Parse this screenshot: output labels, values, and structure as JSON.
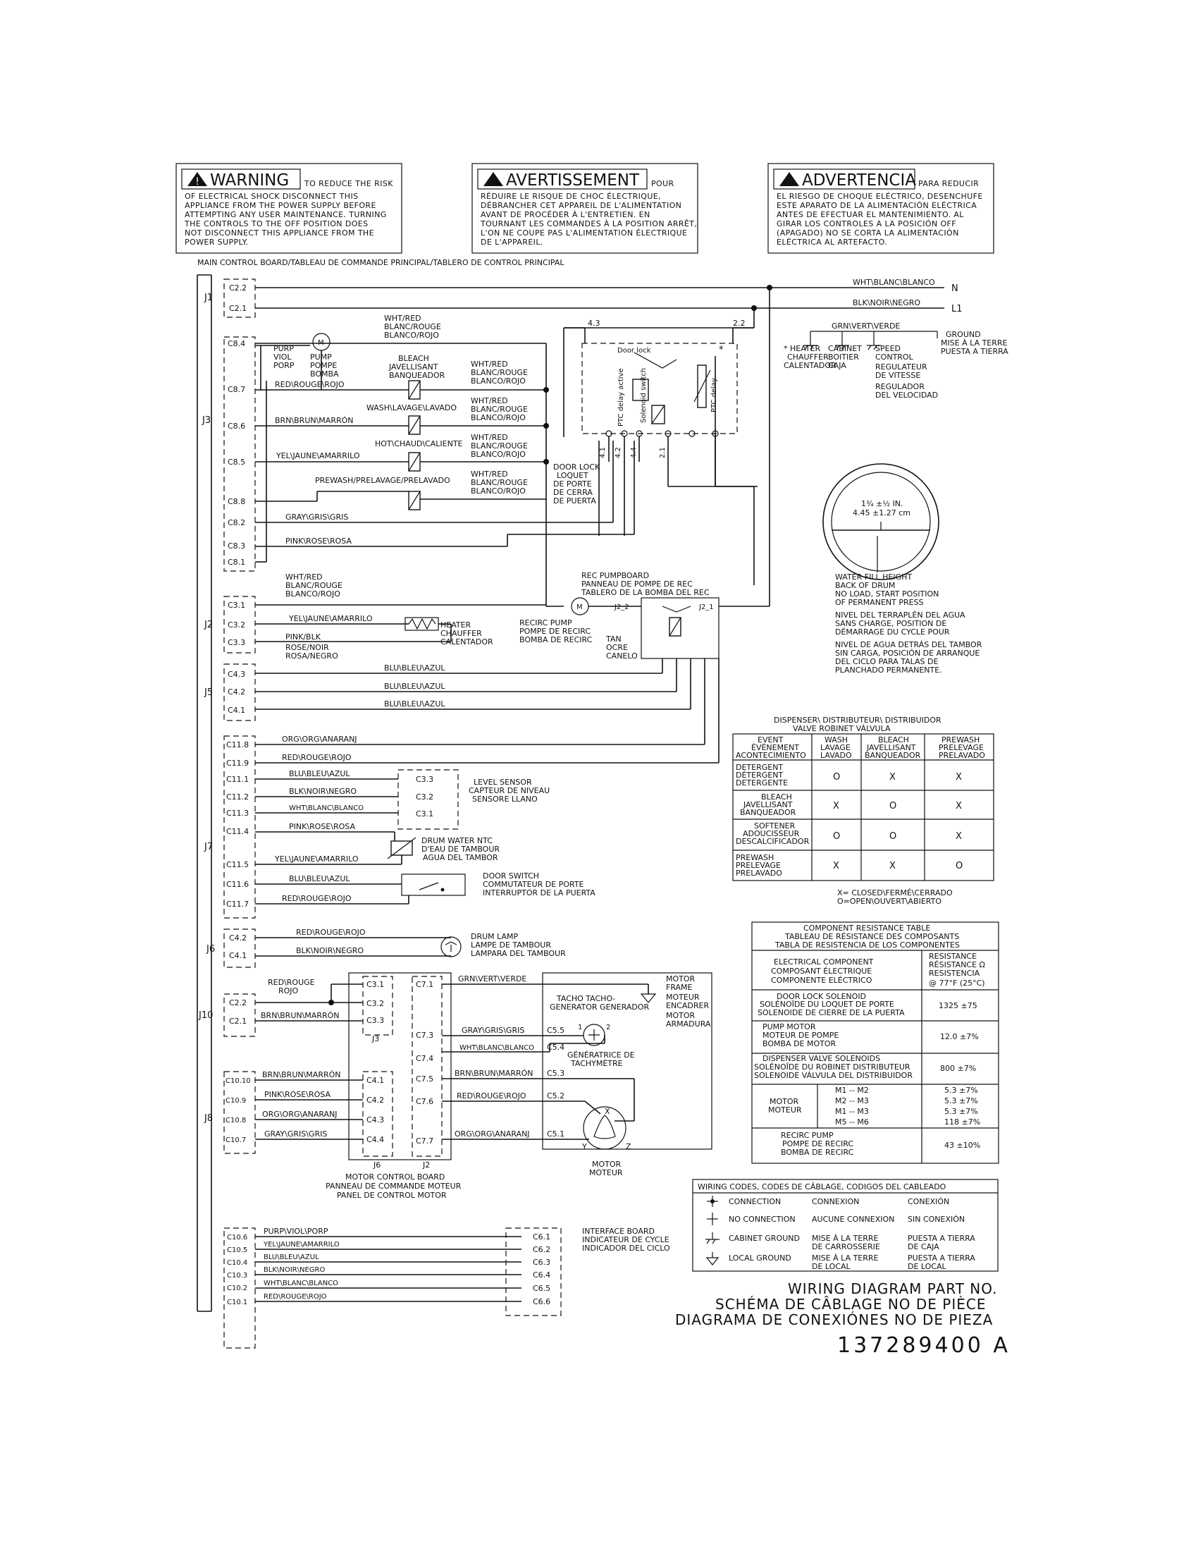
{
  "warnings": {
    "en": {
      "title": "WARNING",
      "lead": "TO REDUCE THE RISK",
      "lines": [
        "OF ELECTRICAL SHOCK DISCONNECT THIS",
        "APPLIANCE FROM THE POWER SUPPLY BEFORE",
        "ATTEMPTING ANY USER MAINTENANCE. TURNING",
        "THE CONTROLS TO THE OFF POSITION DOES",
        "NOT DISCONNECT THIS APPLIANCE FROM THE",
        "POWER SUPPLY."
      ]
    },
    "fr": {
      "title": "AVERTISSEMENT",
      "lead": "POUR",
      "lines": [
        "RÉDUIRE LE RISQUE DE CHOC ÉLECTRIQUE,",
        "DÉBRANCHER CET APPAREIL DE L'ALIMENTATION",
        "AVANT DE PROCÉDER À L'ENTRETIEN. EN",
        "TOURNANT LES COMMANDES À LA POSITION ARRÊT,",
        "L'ON NE COUPE PAS L'ALIMENTATION ÉLECTRIQUE",
        "DE L'APPAREIL."
      ]
    },
    "es": {
      "title": "ADVERTENCIA",
      "lead": "PARA REDUCIR",
      "lines": [
        "EL RIESGO DE CHOQUE ELÉCTRICO, DESENCHUFE",
        "ESTE APARATO DE LA ALIMENTACIÓN ELÉCTRICA",
        "ANTES DE EFECTUAR EL MANTENIMIENTO. AL",
        "GIRAR LOS CONTROLES A LA POSICIÓN OFF",
        "(APAGADO) NO SE CORTA LA ALIMENTACIÓN",
        "ELÉCTRICA AL ARTEFACTO."
      ]
    }
  },
  "main_board": "MAIN CONTROL BOARD/TABLEAU DE COMMANDE PRINCIPAL/TABLERO DE CONTROL PRINCIPAL",
  "connectors": {
    "J1": "J1",
    "J3": "J3",
    "J2": "J2",
    "J5": "J5",
    "J7": "J7",
    "J6": "J6",
    "J10": "J10",
    "J8": "J8"
  },
  "pins": {
    "j1": [
      "C2.2",
      "C2.1"
    ],
    "j3": [
      "C8.4",
      "C8.7",
      "C8.6",
      "C8.5",
      "C8.8",
      "C8.2",
      "C8.3",
      "C8.1"
    ],
    "j2": [
      "C3.1",
      "C3.2",
      "C3.3"
    ],
    "j5": [
      "C4.3",
      "C4.2",
      "C4.1"
    ],
    "j7": [
      "C11.8",
      "C11.9",
      "C11.1",
      "C11.2",
      "C11.3",
      "C11.4",
      "C11.5",
      "C11.6",
      "C11.7"
    ],
    "j6": [
      "C4.2",
      "C4.1"
    ],
    "j10": [
      "C2.2",
      "C2.1"
    ],
    "j8": [
      "C10.10",
      "C10.9",
      "C10.8",
      "C10.7"
    ],
    "j8b": [
      "C10.6",
      "C10.5",
      "C10.4",
      "C10.3",
      "C10.2",
      "C10.1"
    ]
  },
  "wires": {
    "n_wire": "WHT\\BLANC\\BLANCO",
    "n": "N",
    "l1_wire": "BLK\\NOIR\\NEGRO",
    "l1": "L1",
    "gnd_wire": "GRN\\VERT\\VERDE",
    "wht_red_1": "WHT/RED",
    "wht_red_2": "BLANC/ROUGE",
    "wht_red_3": "BLANCO/ROJO",
    "red": "RED\\ROUGE\\ROJO",
    "brn": "BRN\\BRUN\\MARRÓN",
    "yel": "YEL\\JAUNE\\AMARRILO",
    "gray": "GRAY\\GRIS\\GRIS",
    "pink": "PINK\\ROSE\\ROSA",
    "pink_blk": "PINK/BLK",
    "rose_noir": "ROSE/NOIR",
    "rosa_negro": "ROSA/NEGRO",
    "blu": "BLU\\BLEU\\AZUL",
    "org": "ORG\\ORG\\ANARANJ",
    "blk": "BLK\\NOIR\\NEGRO",
    "wht": "WHT\\BLANC\\BLANCO",
    "grn": "GRN\\VERT\\VERDE",
    "red_rouge_1": "RED\\ROUGE",
    "red_rouge_2": "ROJO",
    "purp": "PURP\\VIOL\\PORP"
  },
  "components": {
    "pump": [
      "PURP",
      "VIOL",
      "PORP"
    ],
    "pump_label": [
      "PUMP",
      "POMPE",
      "BOMBA"
    ],
    "bleach": [
      "BLEACH",
      "JAVELLISANT",
      "BANQUEADOR"
    ],
    "wash": "WASH\\LAVAGE\\LAVADO",
    "hot": "HOT\\CHAUD\\CALIENTE",
    "prewash": "PREWASH/PRELAVAGE/PRELAVADO",
    "door_lock": [
      "DOOR LOCK",
      "LOQUET",
      "DE PORTE",
      "DE CERRA",
      "DE PUERTA"
    ],
    "lock_pins": [
      "4.3",
      "2.2",
      "4.1",
      "4.2",
      "4.4",
      "2.1"
    ],
    "lock_inner": [
      "Door lock",
      "PTC delay active",
      "Solenoid switch",
      "PTC delay"
    ],
    "ground": [
      "GROUND",
      "MISE À LA TERRE",
      "PUESTA A TIERRA"
    ],
    "heater_star": [
      "* HEATER",
      "CHAUFFER",
      "CALENTADOR"
    ],
    "cabinet": [
      "CABINET",
      "BOITIER",
      "CAJA"
    ],
    "speed": [
      "SPEED",
      "CONTROL",
      "REGULATEUR",
      "DE VITESSE",
      "REGULADOR",
      "DEL VELOCIDAD"
    ],
    "rec_pump": [
      "REC PUMPBOARD",
      "PANNEAU DE POMPE DE REC",
      "TABLERO DE LA BOMBA DEL REC"
    ],
    "rec_pins": [
      "J2_2",
      "J2_1"
    ],
    "tan": [
      "TAN",
      "OCRE",
      "CANELO"
    ],
    "recirc": [
      "RECIRC PUMP",
      "POMPE DE RECIRC",
      "BOMBA DE RECIRC"
    ],
    "heater": [
      "HEATER",
      "CHAUFFER",
      "CALENTADOR"
    ],
    "level": [
      "LEVEL SENSOR",
      "CAPTEUR DE NIVEAU",
      "SENSORE LLANO"
    ],
    "level_pins": [
      "C3.3",
      "C3.2",
      "C3.1"
    ],
    "ntc": [
      "DRUM WATER NTC",
      "D'EAU DE TAMBOUR",
      "AGUA DEL TAMBOR"
    ],
    "door_switch": [
      "DOOR SWITCH",
      "COMMUTATEUR DE PORTE",
      "INTERRUPTOR DE LA PUERTA"
    ],
    "drum_lamp": [
      "DRUM LAMP",
      "LAMPE DE TAMBOUR",
      "LAMPARA DEL TAMBOUR"
    ],
    "j3_pins": [
      "C3.1",
      "C3.2",
      "C3.3"
    ],
    "j3_label": "J3",
    "j6_pins": [
      "C4.1",
      "C4.2",
      "C4.3",
      "C4.4"
    ],
    "j6_label": "J6",
    "j2m_pins": [
      "C7.1",
      "C7.3",
      "C7.4",
      "C7.5",
      "C7.6",
      "C7.7"
    ],
    "j2m_label": "J2",
    "motor_board": [
      "MOTOR CONTROL BOARD",
      "PANNEAU DE COMMANDE MOTEUR",
      "PANEL DE CONTROL MOTOR"
    ],
    "motor_frame": [
      "MOTOR",
      "FRAME",
      "MOTEUR",
      "ENCADRER",
      "MOTOR",
      "ARMADURA"
    ],
    "tacho": [
      "TACHO TACHO-",
      "GENERATOR GENERADOR"
    ],
    "tacho_fr": [
      "GÉNÉRATRICE DE",
      "TACHYMÈTRE"
    ],
    "motor_pins": [
      "C5.5",
      "C5.4",
      "C5.3",
      "C5.2",
      "C5.1"
    ],
    "tacho_pins": [
      "1",
      "2"
    ],
    "motor_xyz": [
      "X",
      "Y",
      "Z"
    ],
    "motor": [
      "MOTOR",
      "MOTEUR"
    ],
    "interface": [
      "INTERFACE BOARD",
      "INDICATEUR DE CYCLE",
      "INDICADOR DEL CICLO"
    ],
    "interface_pins": [
      "C6.1",
      "C6.2",
      "C6.3",
      "C6.4",
      "C6.5",
      "C6.6"
    ]
  },
  "drum": {
    "size": [
      "1¾ ±½ IN.",
      "4.45 ±1.27 cm"
    ],
    "notes": [
      [
        "WATER FILL HEIGHT",
        "BACK OF DRUM",
        "NO LOAD, START POSITION",
        "OF PERMANENT PRESS"
      ],
      [
        "NIVEL DEL TERRAPLÉN DEL AGUA",
        "SANS CHARGE, POSITION DE",
        "DÉMARRAGE DU CYCLE POUR"
      ],
      [
        "NIVEL DE AGUA DETRÁS DEL TAMBOR",
        "SIN CARGA, POSICIÓN DE ARRANQUE",
        "DEL CICLO PARA TALAS DE",
        "PLANCHADO PERMANENTE."
      ]
    ]
  },
  "dispenser": {
    "header": [
      "DISPENSER\\ DISTRIBUTEUR\\ DISTRIBUIDOR",
      "VALVE     ROBINET     VÁLVULA"
    ],
    "cols": [
      [
        "EVENT",
        "ÉVÉNEMENT",
        "ACONTECIMIENTO"
      ],
      [
        "WASH",
        "LAVAGE",
        "LAVADO"
      ],
      [
        "BLEACH",
        "JAVELLISANT",
        "BANQUEADOR"
      ],
      [
        "PREWASH",
        "PRELEVAGE",
        "PRELAVADO"
      ]
    ],
    "rows": [
      {
        "label": [
          "DETERGENT",
          "DÉTERGENT",
          "DETERGENTE"
        ],
        "vals": [
          "O",
          "X",
          "X"
        ]
      },
      {
        "label": [
          "BLEACH",
          "JAVELLISANT",
          "BANQUEADOR"
        ],
        "vals": [
          "X",
          "O",
          "X"
        ]
      },
      {
        "label": [
          "SOFTENER",
          "ADOUCISSEUR",
          "DESCALCIFICADOR"
        ],
        "vals": [
          "O",
          "O",
          "X"
        ]
      },
      {
        "label": [
          "PREWASH",
          "PRELEVAGE",
          "PRELAVADO"
        ],
        "vals": [
          "X",
          "X",
          "O"
        ]
      }
    ],
    "legend": [
      "X= CLOSED\\FERMÉ\\CERRADO",
      "O=OPEN\\OUVERT\\ABIERTO"
    ]
  },
  "resistance": {
    "title": [
      "COMPONENT RESISTANCE TABLE",
      "TABLEAU DE RÉSISTANCE DES COMPOSANTS",
      "TABLA DE RESISTENCIA DE LOS COMPONENTES"
    ],
    "head_left": [
      "ELECTRICAL COMPONENT",
      "COMPOSANT ÉLECTRIQUE",
      "COMPONENTE ELÉCTRICO"
    ],
    "head_right": [
      "RESISTANCE",
      "RÉSISTANCE  Ω",
      "RESISTENCIA",
      "@ 77°F (25°C)"
    ],
    "rows": [
      {
        "label": [
          "DOOR LOCK SOLENOID",
          "SOLÉNOÏDE DU LOQUET DE PORTE",
          "SOLENOIDE DE CIERRE DE LA PUERTA"
        ],
        "val": "1325 ±75"
      },
      {
        "label": [
          "PUMP MOTOR",
          "MOTEUR DE POMPE",
          "BOMBA DE MOTOR"
        ],
        "val": "12.0 ±7%"
      },
      {
        "label": [
          "DISPENSER VALVE SOLENOIDS",
          "SOLÉNOÏDE DU ROBINET DISTRIBUTEUR",
          "SOLENOIDE VÁLVULA DEL DISTRIBUIDOR"
        ],
        "val": "800 ±7%"
      }
    ],
    "motor_label": [
      "MOTOR",
      "MOTEUR"
    ],
    "motor_rows": [
      [
        "M1 -- M2",
        "5.3 ±7%"
      ],
      [
        "M2 -- M3",
        "5.3 ±7%"
      ],
      [
        "M1 -- M3",
        "5.3 ±7%"
      ],
      [
        "M5 -- M6",
        "118 ±7%"
      ]
    ],
    "recirc": {
      "label": [
        "RECIRC PUMP",
        "POMPE DE RECIRC",
        "BOMBA DE RECIRC"
      ],
      "val": "43 ±10%"
    }
  },
  "codes": {
    "title": "WIRING CODES,   CODES DE CÂBLAGE,   CODIGOS DEL CABLEADO",
    "rows": [
      [
        "CONNECTION",
        "CONNEXION",
        "CONEXIÓN"
      ],
      [
        "NO CONNECTION",
        "AUCUNE CONNEXION",
        "SIN CONEXIÓN"
      ],
      [
        "CABINET GROUND",
        "MISE À LA TERRE\nDE CARROSSERIE",
        "PUESTA A TIERRA\nDE CAJA"
      ],
      [
        "LOCAL GROUND",
        "MISE À LA TERRE\nDE LOCAL",
        "PUESTA A TIERRA\nDE LOCAL"
      ]
    ]
  },
  "part": {
    "lines": [
      "WIRING DIAGRAM PART NO.",
      "SCHÉMA DE CÂBLAGE NO DE PIÈCE",
      "DIAGRAMA DE CONEXIÓNES NO DE PIEZA"
    ],
    "number": "137289400  A"
  }
}
